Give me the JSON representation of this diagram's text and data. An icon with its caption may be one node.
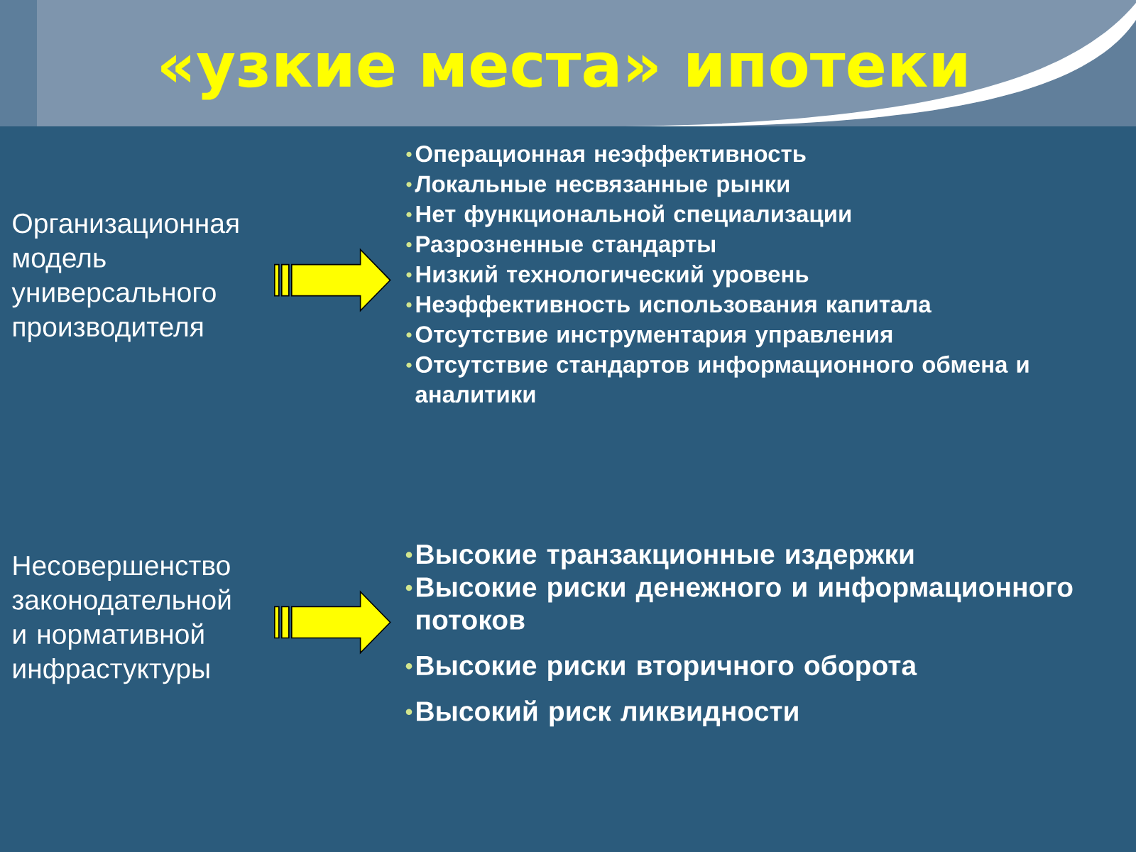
{
  "diagram": {
    "title": "«узкие места» ипотеки",
    "nodes": [
      {
        "text": [
          "Организационная модель универсального производителя"
        ]
      },
      {
        "text": [
          "Операционная неэффективность",
          "Локальные несвязанные рынки",
          "Нет функциональной специализации",
          "Разрозненные стандарты",
          "Низкий технологический уровень",
          "Неэффективность использования капитала",
          "Отсутствие инструментария управления",
          "Отсутствие стандартов информационного обмена и аналитики"
        ]
      },
      {
        "text": [
          "Несовершенство законодательной и нормативной инфрастуктуры"
        ]
      },
      {
        "text": [
          "Высокие транзакционные издержки",
          "Высокие риски денежного и информационного потоков",
          "Высокие риски вторичного оборота",
          "Высокий риск ликвидности"
        ]
      }
    ],
    "edges": [
      {
        "from": 0,
        "to": 1,
        "arrow": "to"
      },
      {
        "from": 2,
        "to": 3,
        "arrow": "to"
      }
    ]
  }
}
